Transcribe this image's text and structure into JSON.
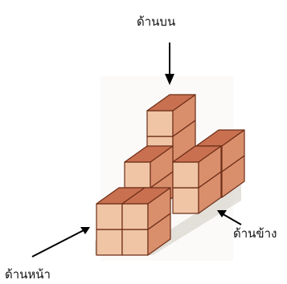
{
  "labels": {
    "top": "ด้านบน",
    "side": "ด้านข้าง",
    "front": "ด้านหน้า"
  },
  "cube_colors": {
    "top_face": "#c87050",
    "left_face": "#f0c5a6",
    "right_face": "#d98f6c",
    "edge": "#6e2e17",
    "shadow": "#cfc8c0",
    "arrow": "#000000"
  }
}
